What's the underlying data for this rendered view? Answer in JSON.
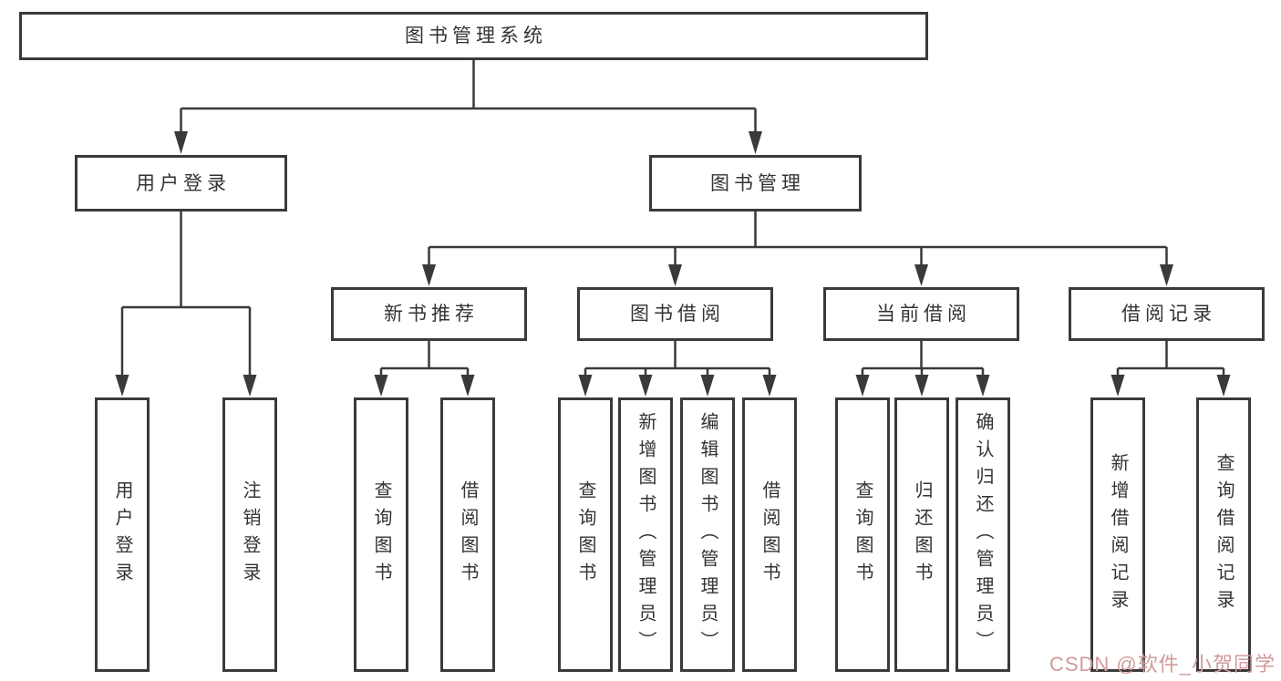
{
  "tree": {
    "root": {
      "label": "图书管理系统"
    },
    "children": [
      {
        "label": "用户登录",
        "children": [
          {
            "label": "用户登录"
          },
          {
            "label": "注销登录"
          }
        ]
      },
      {
        "label": "图书管理",
        "children": [
          {
            "label": "新书推荐",
            "children": [
              {
                "label": "查询图书"
              },
              {
                "label": "借阅图书"
              }
            ]
          },
          {
            "label": "图书借阅",
            "children": [
              {
                "label": "查询图书"
              },
              {
                "label": "新增图书（管理员）"
              },
              {
                "label": "编辑图书（管理员）"
              },
              {
                "label": "借阅图书"
              }
            ]
          },
          {
            "label": "当前借阅",
            "children": [
              {
                "label": "查询图书"
              },
              {
                "label": "归还图书"
              },
              {
                "label": "确认归还（管理员）"
              }
            ]
          },
          {
            "label": "借阅记录",
            "children": [
              {
                "label": "新增借阅记录"
              },
              {
                "label": "查询借阅记录"
              }
            ]
          }
        ]
      }
    ]
  },
  "watermark": {
    "text": "CSDN @软件_小贺同学"
  },
  "colors": {
    "line": "#3a3a3a",
    "text": "#333333",
    "background": "#ffffff",
    "watermark": "#d29a9a"
  }
}
